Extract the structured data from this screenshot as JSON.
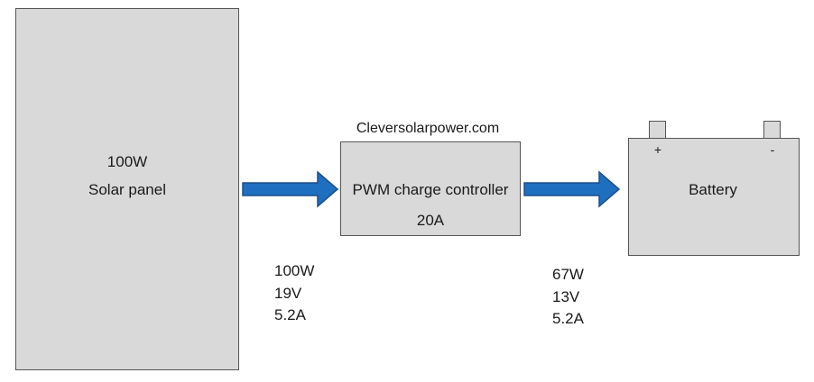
{
  "watermark": "Cleversolarpower.com",
  "solar_panel": {
    "power": "100W",
    "label": "Solar panel"
  },
  "controller": {
    "label": "PWM charge controller",
    "rating": "20A"
  },
  "battery": {
    "label": "Battery",
    "positive": "+",
    "negative": "-"
  },
  "input_specs": [
    "100W",
    "19V",
    "5.2A"
  ],
  "output_specs": [
    "67W",
    "13V",
    "5.2A"
  ],
  "colors": {
    "box_fill": "#d9d9d9",
    "border": "#555555",
    "arrow_fill": "#1f6fc0",
    "arrow_stroke": "#1b4f8a"
  }
}
